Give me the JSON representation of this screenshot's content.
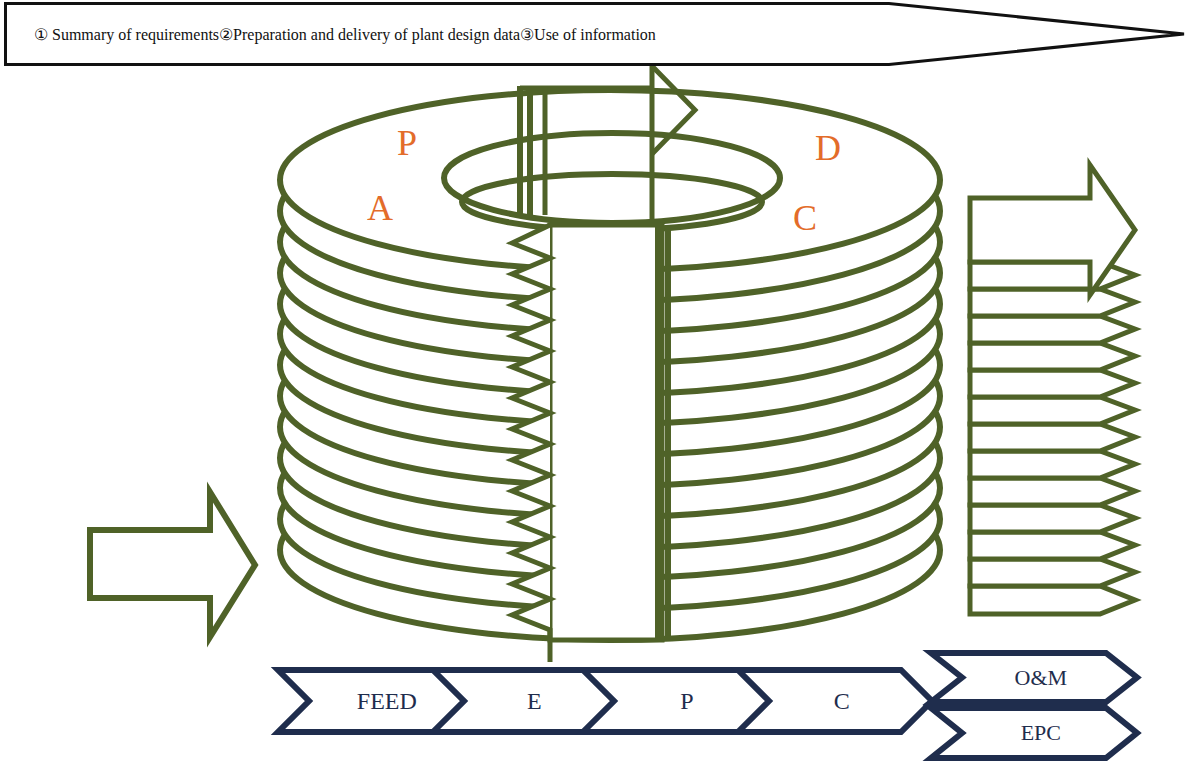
{
  "diagram": {
    "nodes": [
      {
        "text": [
          "① Summary of requirements②Preparation and delivery of plant design data③Use of information"
        ]
      },
      {
        "text": [
          "FEED"
        ]
      },
      {
        "text": [
          "E"
        ]
      },
      {
        "text": [
          "P"
        ]
      },
      {
        "text": [
          "C"
        ]
      },
      {
        "text": [
          "O&M"
        ]
      },
      {
        "text": [
          "EPC"
        ]
      }
    ],
    "labels": [
      "P",
      "D",
      "A",
      "C"
    ]
  }
}
